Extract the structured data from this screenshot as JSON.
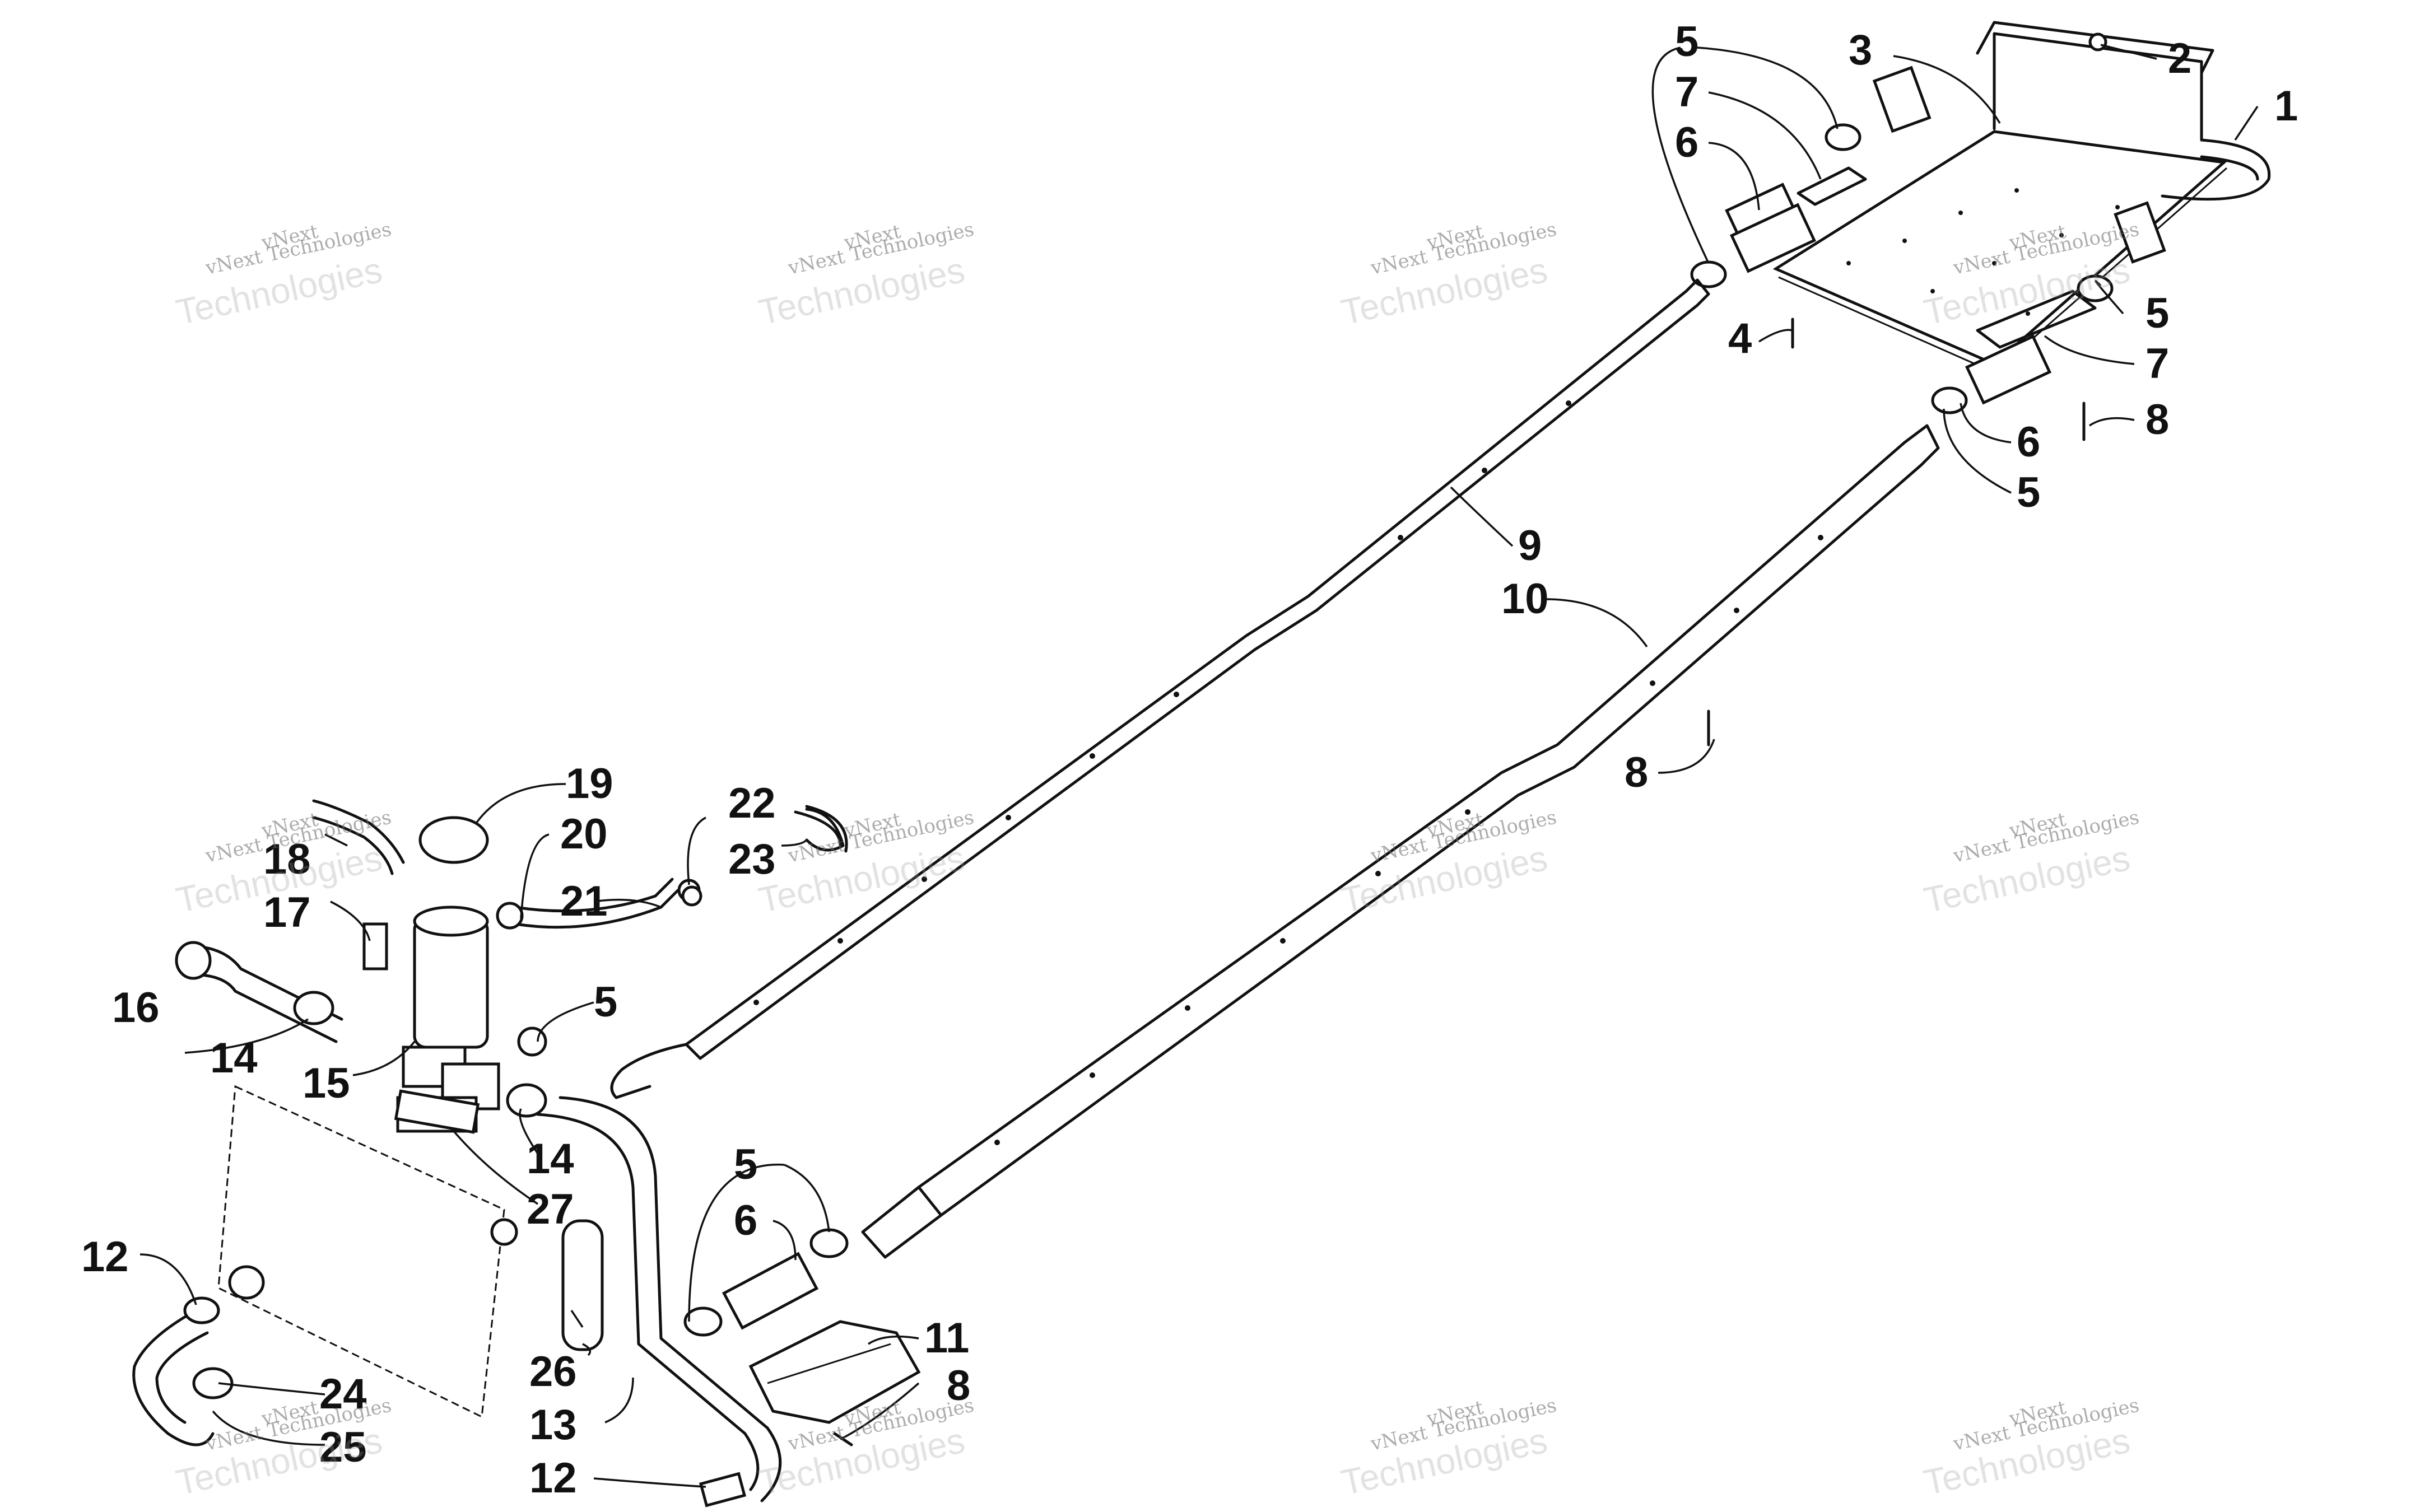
{
  "watermark": {
    "line1": "vNext Technologies",
    "line2": "Technologies",
    "line3": "vNext"
  },
  "callouts": {
    "c1": "1",
    "c2": "2",
    "c3": "3",
    "c4": "4",
    "c5a": "5",
    "c5b": "5",
    "c5c": "5",
    "c5d": "5",
    "c5e": "5",
    "c6a": "6",
    "c6b": "6",
    "c6c": "6",
    "c7a": "7",
    "c7b": "7",
    "c8a": "8",
    "c8b": "8",
    "c8c": "8",
    "c9": "9",
    "c10": "10",
    "c11": "11",
    "c12a": "12",
    "c12b": "12",
    "c13": "13",
    "c14a": "14",
    "c14b": "14",
    "c15": "15",
    "c16": "16",
    "c17": "17",
    "c18": "18",
    "c19": "19",
    "c20": "20",
    "c21": "21",
    "c22": "22",
    "c23": "23",
    "c24": "24",
    "c25": "25",
    "c26": "26",
    "c27": "27"
  }
}
